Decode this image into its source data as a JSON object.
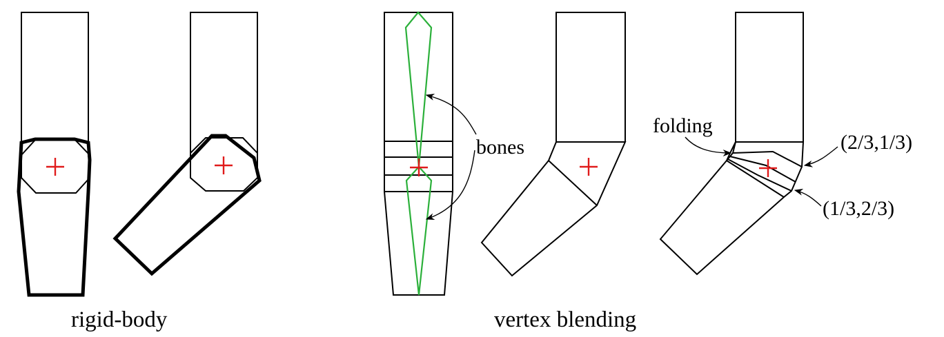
{
  "labels": {
    "bones": "bones",
    "folding": "folding",
    "weight_upper": "(2/3,1/3)",
    "weight_lower": "(1/3,2/3)"
  },
  "captions": {
    "left": "rigid-body",
    "right": "vertex blending"
  },
  "colors": {
    "outline": "#000000",
    "joint_marker": "#e01b1b",
    "bones": "#2bb03a"
  },
  "icons": {
    "joint_marker": "plus-icon",
    "arrowhead": "arrow-icon"
  }
}
